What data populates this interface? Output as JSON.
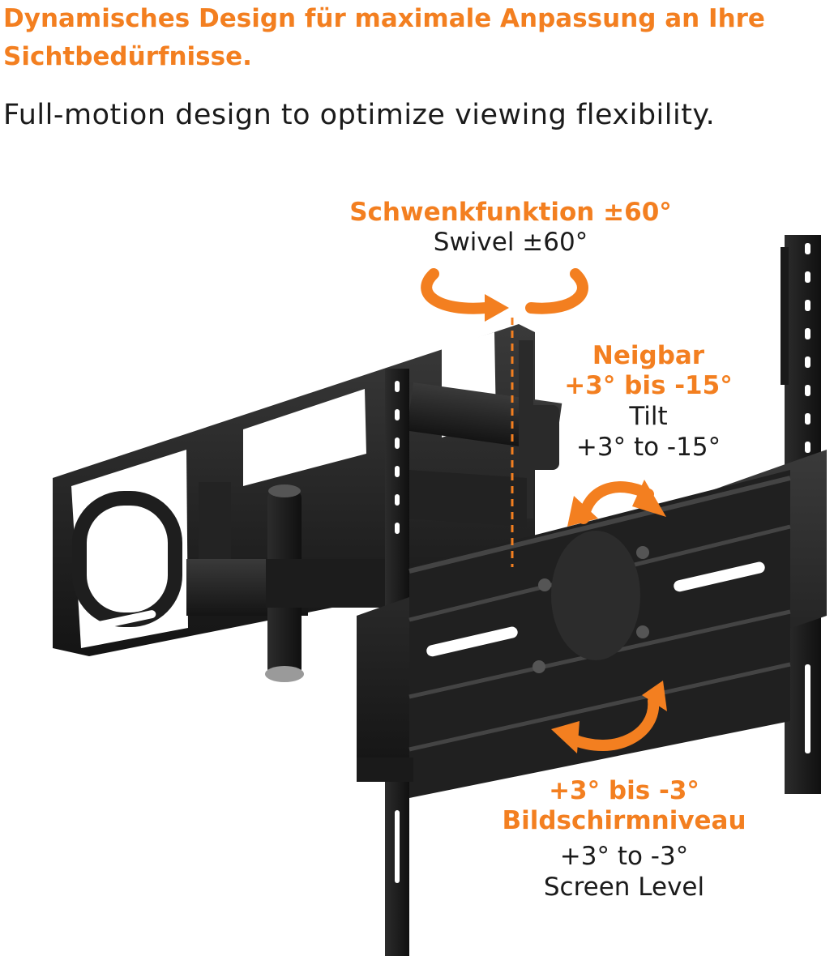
{
  "header": {
    "title_de": "Dynamisches Design für maximale Anpassung an Ihre Sichtbedürfnisse.",
    "subtitle_en": "Full-motion design to optimize viewing flexibility."
  },
  "swivel": {
    "label_de": "Schwenkfunktion ±60°",
    "label_en": "Swivel ±60°"
  },
  "tilt": {
    "label_de_1": "Neigbar",
    "label_de_2": "+3° bis -15°",
    "label_en_1": "Tilt",
    "label_en_2": "+3° to -15°"
  },
  "level": {
    "label_de_1": "+3° bis -3°",
    "label_de_2": "Bildschirmniveau",
    "label_en_1": "+3° to -3°",
    "label_en_2": "Screen Level"
  },
  "colors": {
    "accent": "#f37f20",
    "text": "#1b1b1b",
    "metal": "#1e1e1e",
    "metal_light": "#3a3a3a"
  },
  "icons": [
    "swivel-arrows-icon",
    "tilt-arrow-icon",
    "level-arrow-icon"
  ]
}
